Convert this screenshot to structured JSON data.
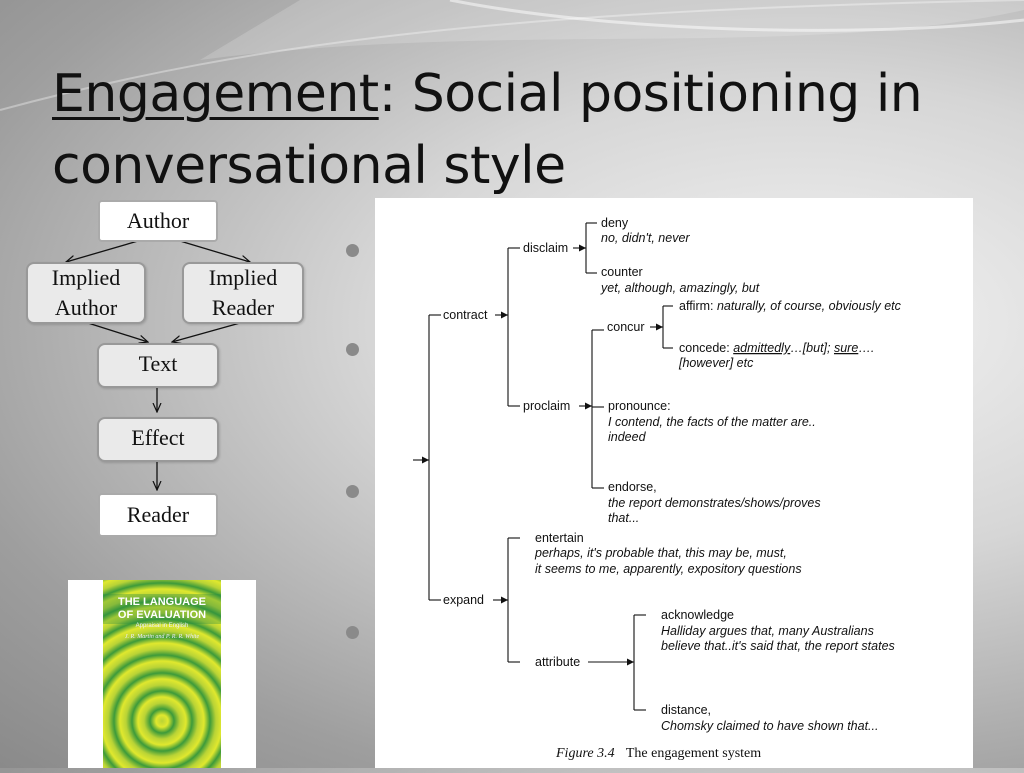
{
  "title": {
    "underlined": "Engagement",
    "rest_line1": ": Social positioning in",
    "rest_line2": "conversational style"
  },
  "flow": {
    "author": "Author",
    "implied_author": [
      "Implied",
      "Author"
    ],
    "implied_reader": [
      "Implied",
      "Reader"
    ],
    "text": "Text",
    "effect": "Effect",
    "reader": "Reader"
  },
  "book": {
    "title_line1": "THE LANGUAGE",
    "title_line2": "OF EVALUATION",
    "subtitle": "Appraisal in English",
    "authors": "J. R. Martin and P. R. R. White"
  },
  "figure": {
    "contract": "contract",
    "expand": "expand",
    "disclaim": "disclaim",
    "proclaim": "proclaim",
    "deny": "deny",
    "deny_ex": "no, didn't, never",
    "counter": "counter",
    "counter_ex": "yet, although, amazingly, but",
    "concur": "concur",
    "affirm": "affirm:",
    "affirm_ex": "naturally, of course, obviously etc",
    "concede": "concede:",
    "concede_w1": "admittedly",
    "concede_w2": "…[but];",
    "concede_w3": "sure",
    "concede_w4": "….",
    "concede_ex2": "[however] etc",
    "pronounce": "pronounce:",
    "pronounce_ex1": "I contend, the facts of the matter are..",
    "pronounce_ex2": "indeed",
    "endorse": "endorse,",
    "endorse_ex1": "the report demonstrates/shows/proves",
    "endorse_ex2": "that...",
    "entertain": "entertain",
    "entertain_ex1": "perhaps, it's probable that, this may be, must,",
    "entertain_ex2": "it seems to me, apparently, expository questions",
    "attribute": "attribute",
    "acknowledge": "acknowledge",
    "acknowledge_ex1": "Halliday argues that, many Australians",
    "acknowledge_ex2": "believe that..it's said that, the report states",
    "distance": "distance,",
    "distance_ex": "Chomsky claimed to have shown that...",
    "caption_label": "Figure 3.4",
    "caption_text": "The engagement system"
  }
}
